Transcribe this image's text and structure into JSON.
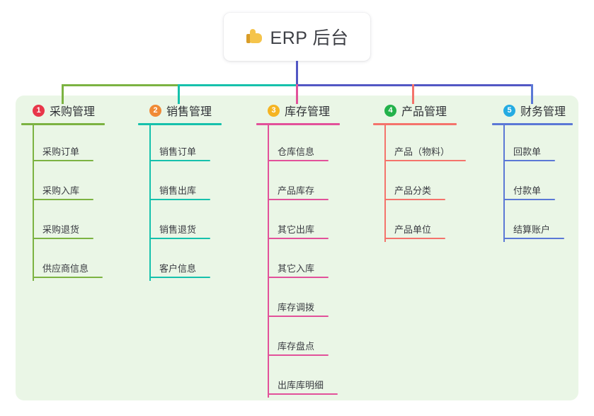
{
  "diagram": {
    "title": "ERP 后台",
    "root_icon": "thumbs-up-icon",
    "panel_color": "#eaf6e6",
    "background": "#ffffff"
  },
  "branches": [
    {
      "number": "1",
      "title": "采购管理",
      "badge_color": "#e8374a",
      "line_color": "#7cb342",
      "items": [
        "采购订单",
        "采购入库",
        "采购退货",
        "供应商信息"
      ]
    },
    {
      "number": "2",
      "title": "销售管理",
      "badge_color": "#f08a35",
      "line_color": "#16c1ac",
      "items": [
        "销售订单",
        "销售出库",
        "销售退货",
        "客户信息"
      ]
    },
    {
      "number": "3",
      "title": "库存管理",
      "badge_color": "#f5b422",
      "line_color": "#e2519a",
      "items": [
        "仓库信息",
        "产品库存",
        "其它出库",
        "其它入库",
        "库存调拨",
        "库存盘点",
        "出库库明细"
      ]
    },
    {
      "number": "4",
      "title": "产品管理",
      "badge_color": "#23b24b",
      "line_color": "#f4736b",
      "items": [
        "产品（物料）",
        "产品分类",
        "产品单位"
      ]
    },
    {
      "number": "5",
      "title": "财务管理",
      "badge_color": "#24abe2",
      "line_color": "#5b78d6",
      "items": [
        "回款单",
        "付款单",
        "结算账户"
      ]
    }
  ],
  "connectors": {
    "stem_color": "#5257c4",
    "bus_left_color": "#7cb342",
    "bus_mid_color": "#16c1ac",
    "bus_right_color": "#5257c4"
  }
}
